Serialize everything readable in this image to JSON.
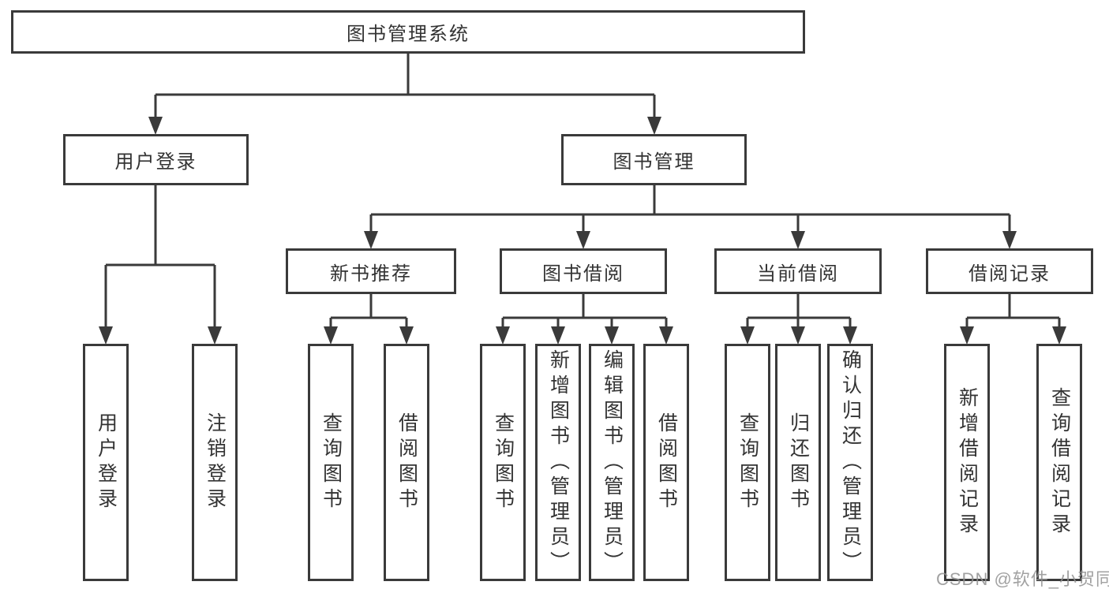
{
  "colors": {
    "line": "#3a3a3a",
    "box_border": "#3a3a3a",
    "text": "#333333",
    "watermark": "#919191",
    "background": "#ffffff"
  },
  "watermark": "CSDN @软件_小贺同学",
  "tree": {
    "root": {
      "label": "图书管理系统"
    },
    "branches": [
      {
        "label": "用户登录",
        "children": [
          {
            "label": "用户登录"
          },
          {
            "label": "注销登录"
          }
        ]
      },
      {
        "label": "图书管理",
        "children": [
          {
            "label": "新书推荐",
            "children": [
              {
                "label": "查询图书"
              },
              {
                "label": "借阅图书"
              }
            ]
          },
          {
            "label": "图书借阅",
            "children": [
              {
                "label": "查询图书"
              },
              {
                "label": "新增图书（管理员）"
              },
              {
                "label": "编辑图书（管理员）"
              },
              {
                "label": "借阅图书"
              }
            ]
          },
          {
            "label": "当前借阅",
            "children": [
              {
                "label": "查询图书"
              },
              {
                "label": "归还图书"
              },
              {
                "label": "确认归还（管理员）"
              }
            ]
          },
          {
            "label": "借阅记录",
            "children": [
              {
                "label": "新增借阅记录"
              },
              {
                "label": "查询借阅记录"
              }
            ]
          }
        ]
      }
    ]
  }
}
